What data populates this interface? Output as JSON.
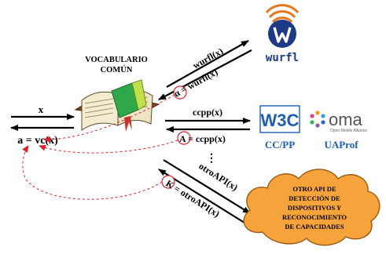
{
  "book": {
    "title_line1": "VOCABULARIO",
    "title_line2": "COMÚN"
  },
  "input": {
    "query": "x",
    "result": "a = vc(x)"
  },
  "wurfl": {
    "call": "wurfl(x)",
    "ret": "α = wurfl(x)",
    "logo_text": "wurfl",
    "brand_color": "#e8761b"
  },
  "ccpp": {
    "call": "ccpp(x)",
    "ret": "A = ccpp(x)",
    "w3c_text": "W3C",
    "caption": "CC/PP",
    "caption_color": "#1f5fb0"
  },
  "oma": {
    "logo_text": "oma",
    "tagline": "Open Mobile Alliance",
    "caption": "UAProf"
  },
  "other": {
    "ellipsis": "⋮",
    "call": "otroAPI(x)",
    "ret": "K = otroAPI(x)",
    "cloud_lines": [
      "OTRO API DE",
      "DETECCIÓN DE",
      "DISPOSITIVOS Y",
      "RECONOCIMIENTO",
      "DE CAPACIDADES"
    ],
    "cloud_color": "#f7a33b"
  },
  "colors": {
    "dashed_arrow": "#e0202a",
    "circle": "#e0202a",
    "arrow": "#000000"
  }
}
